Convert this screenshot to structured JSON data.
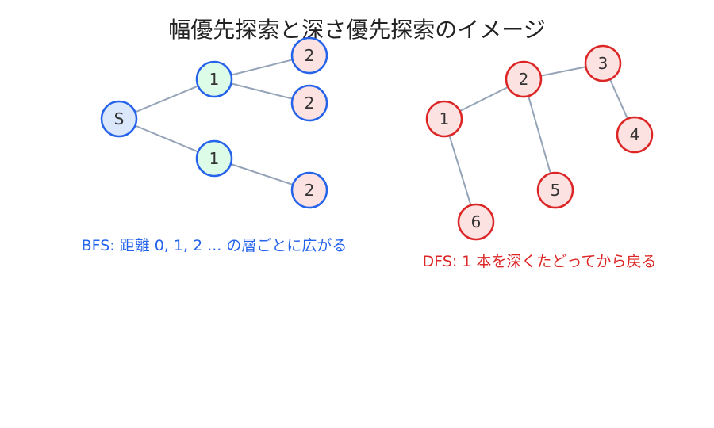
{
  "title": "幅優先探索と深さ優先探索のイメージ",
  "colors": {
    "edge": "#94a3b8",
    "bfs_stroke": "#2563eb",
    "dfs_stroke": "#dc2626",
    "start_fill": "#dbe8fb",
    "level1_fill": "#dcfce7",
    "level2_fill": "#fde2e2",
    "dfs_fill": "#fde2e2"
  },
  "bfs": {
    "caption": "BFS: 距離 0, 1, 2 ... の層ごとに広がる",
    "nodes": [
      {
        "id": "s",
        "label": "S",
        "level": 0
      },
      {
        "id": "a1",
        "label": "1",
        "level": 1
      },
      {
        "id": "b1",
        "label": "1",
        "level": 1
      },
      {
        "id": "a2",
        "label": "2",
        "level": 2
      },
      {
        "id": "a3",
        "label": "2",
        "level": 2
      },
      {
        "id": "b2",
        "label": "2",
        "level": 2
      }
    ],
    "edges": [
      [
        "s",
        "a1"
      ],
      [
        "s",
        "b1"
      ],
      [
        "a1",
        "a2"
      ],
      [
        "a1",
        "a3"
      ],
      [
        "b1",
        "b2"
      ]
    ]
  },
  "dfs": {
    "caption": "DFS: 1 本を深くたどってから戻る",
    "nodes": [
      {
        "id": "d1",
        "label": "1"
      },
      {
        "id": "d2",
        "label": "2"
      },
      {
        "id": "d3",
        "label": "3"
      },
      {
        "id": "d4",
        "label": "4"
      },
      {
        "id": "d5",
        "label": "5"
      },
      {
        "id": "d6",
        "label": "6"
      }
    ],
    "edges": [
      [
        "d1",
        "d2"
      ],
      [
        "d2",
        "d3"
      ],
      [
        "d3",
        "d4"
      ],
      [
        "d2",
        "d5"
      ],
      [
        "d1",
        "d6"
      ]
    ]
  }
}
